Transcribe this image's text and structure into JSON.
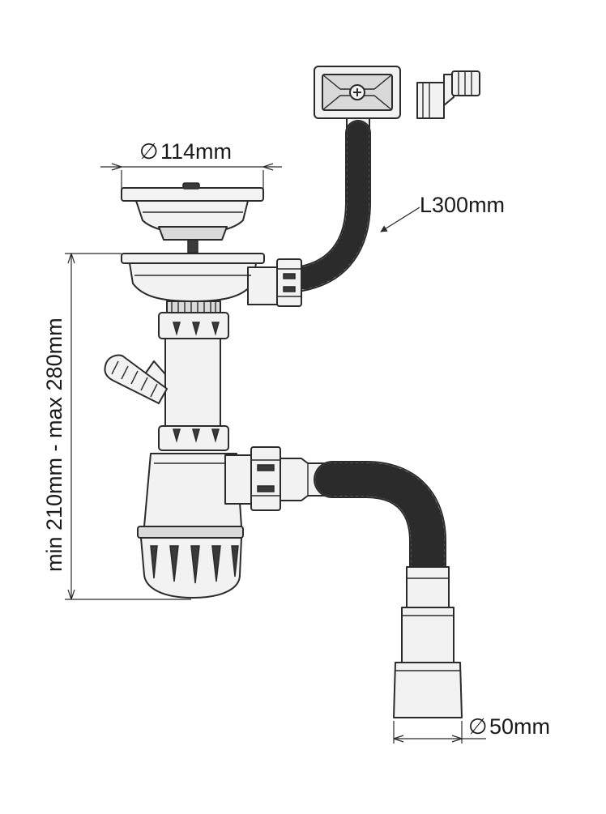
{
  "dimensions": {
    "strainer_diameter": "114mm",
    "overflow_hose_length": "L300mm",
    "height_range": "min 210mm - max 280mm",
    "outlet_diameter": "50mm"
  },
  "symbols": {
    "diameter": "∅"
  },
  "colors": {
    "line": "#2b2b2b",
    "fill": "#f2f2f2",
    "shade": "#d9d9d9",
    "background": "#ffffff"
  }
}
